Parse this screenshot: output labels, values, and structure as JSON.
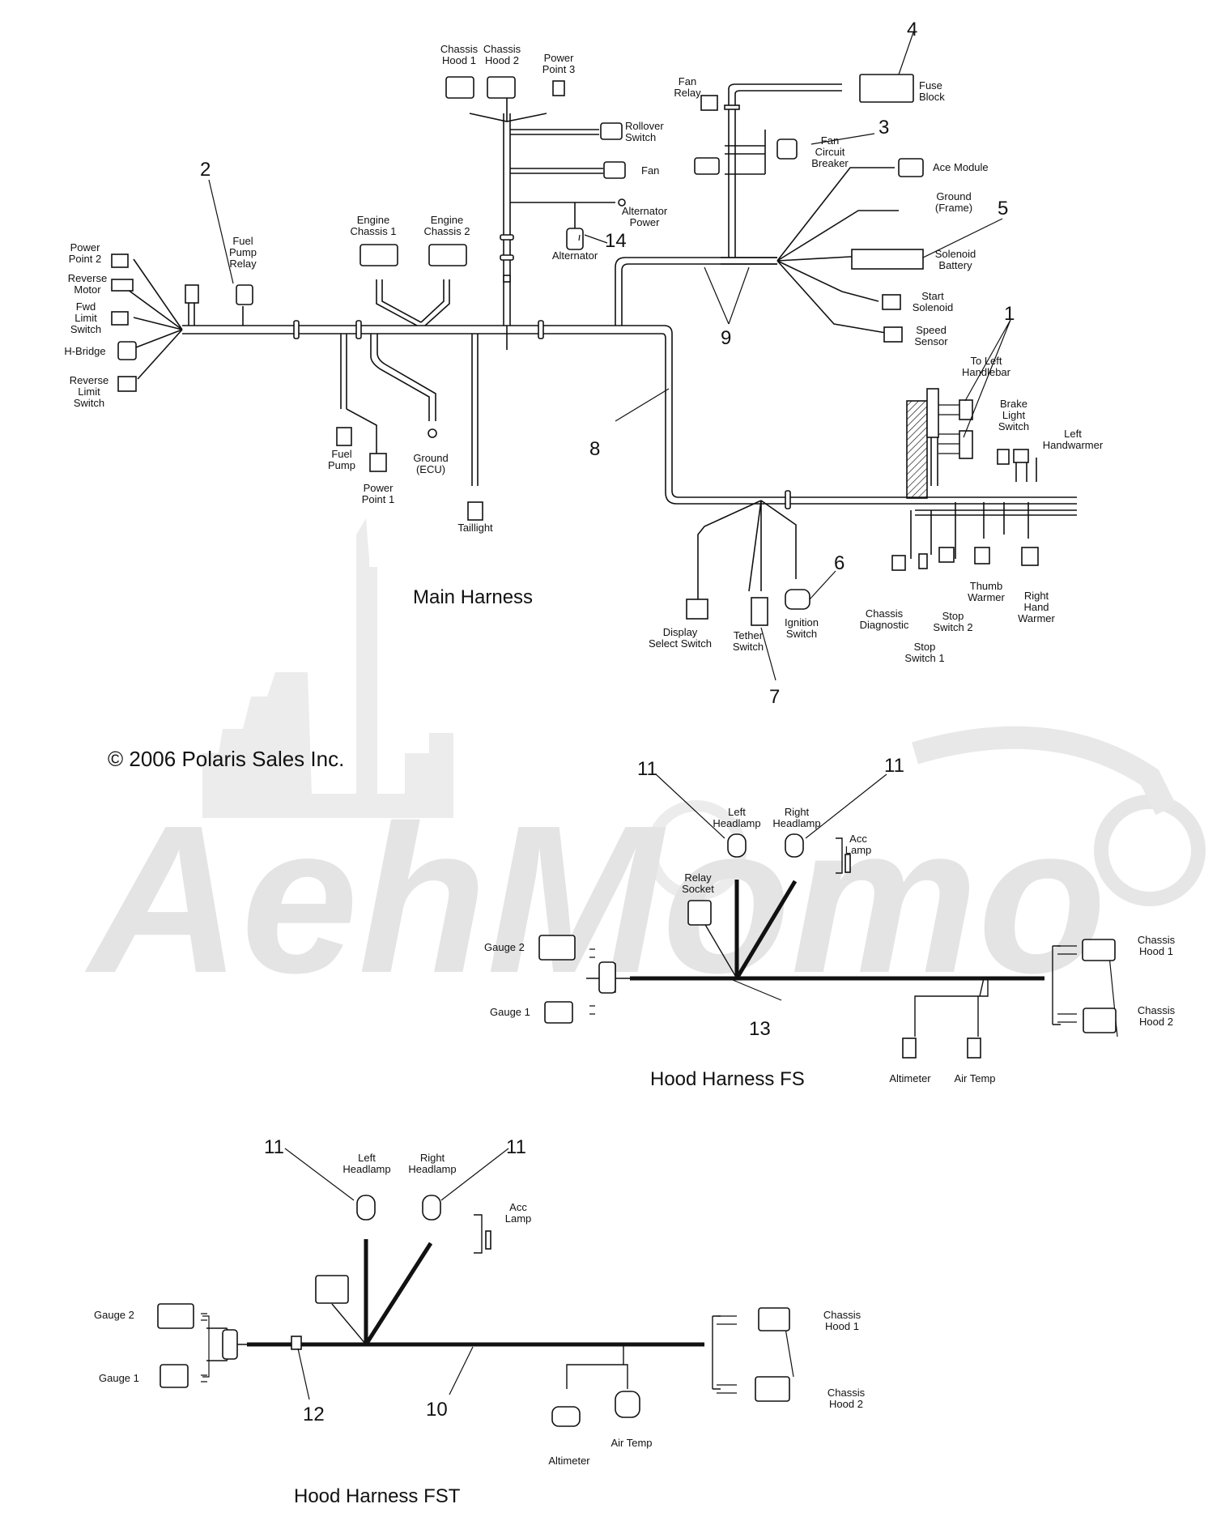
{
  "watermark": {
    "text": "AehMomo",
    "color": "#e2e2e2"
  },
  "copyright": "© 2006 Polaris Sales Inc.",
  "titles": {
    "main": "Main Harness",
    "hood_fs": "Hood Harness  FS",
    "hood_fst": "Hood Harness  FST"
  },
  "main": {
    "labels": {
      "chassis_hood1": [
        "Chassis",
        "Hood 1"
      ],
      "chassis_hood2": [
        "Chassis",
        "Hood 2"
      ],
      "power_point3": [
        "Power",
        "Point 3"
      ],
      "rollover": [
        "Rollover",
        "Switch"
      ],
      "fan": [
        "Fan"
      ],
      "alternator_power": [
        "Alternator",
        "Power"
      ],
      "alternator": [
        "Alternator"
      ],
      "engine_chassis1": [
        "Engine",
        "Chassis 1"
      ],
      "engine_chassis2": [
        "Engine",
        "Chassis 2"
      ],
      "fuel_pump_relay": [
        "Fuel",
        "Pump",
        "Relay"
      ],
      "power_point2": [
        "Power",
        "Point 2"
      ],
      "reverse_motor": [
        "Reverse",
        "Motor"
      ],
      "fwd_limit": [
        "Fwd",
        "Limit",
        "Switch"
      ],
      "hbridge": [
        "H-Bridge"
      ],
      "reverse_limit": [
        "Reverse",
        "Limit",
        "Switch"
      ],
      "fuel_pump": [
        "Fuel",
        "Pump"
      ],
      "power_point1": [
        "Power",
        "Point 1"
      ],
      "ground_ecu": [
        "Ground",
        "(ECU)"
      ],
      "taillight": [
        "Taillight"
      ],
      "fan_relay": [
        "Fan",
        "Relay"
      ],
      "fuse_block": [
        "Fuse",
        "Block"
      ],
      "fan_cb": [
        "Fan",
        "Circuit",
        "Breaker"
      ],
      "ace_module": [
        "Ace Module"
      ],
      "ground_frame": [
        "Ground",
        "(Frame)"
      ],
      "solenoid_battery": [
        "Solenoid",
        "Battery"
      ],
      "start_solenoid": [
        "Start",
        "Solenoid"
      ],
      "speed_sensor": [
        "Speed",
        "Sensor"
      ],
      "to_left_handlebar": [
        "To Left",
        "Handlebar"
      ],
      "brake_light": [
        "Brake",
        "Light",
        "Switch"
      ],
      "left_handwarmer": [
        "Left",
        "Handwarmer"
      ],
      "chassis_diag": [
        "Chassis",
        "Diagnostic"
      ],
      "stop_switch1": [
        "Stop",
        "Switch 1"
      ],
      "stop_switch2": [
        "Stop",
        "Switch 2"
      ],
      "thumb_warmer": [
        "Thumb",
        "Warmer"
      ],
      "right_hand_warmer": [
        "Right",
        "Hand",
        "Warmer"
      ],
      "display_select": [
        "Display",
        "Select Switch"
      ],
      "tether": [
        "Tether",
        "Switch"
      ],
      "ignition": [
        "Ignition",
        "Switch"
      ]
    },
    "callouts": {
      "n1": "1",
      "n2": "2",
      "n3": "3",
      "n4": "4",
      "n5": "5",
      "n6": "6",
      "n7": "7",
      "n8": "8",
      "n9": "9",
      "n14": "14"
    }
  },
  "hood_fs": {
    "labels": {
      "left_headlamp": [
        "Left",
        "Headlamp"
      ],
      "right_headlamp": [
        "Right",
        "Headlamp"
      ],
      "acc_lamp": [
        "Acc",
        "Lamp"
      ],
      "relay_socket": [
        "Relay",
        "Socket"
      ],
      "gauge2": [
        "Gauge 2"
      ],
      "gauge1": [
        "Gauge 1"
      ],
      "chassis_hood1": [
        "Chassis",
        "Hood 1"
      ],
      "chassis_hood2": [
        "Chassis",
        "Hood 2"
      ],
      "altimeter": [
        "Altimeter"
      ],
      "air_temp": [
        "Air Temp"
      ]
    },
    "callouts": {
      "n11a": "11",
      "n11b": "11",
      "n13": "13"
    }
  },
  "hood_fst": {
    "labels": {
      "left_headlamp": [
        "Left",
        "Headlamp"
      ],
      "right_headlamp": [
        "Right",
        "Headlamp"
      ],
      "acc_lamp": [
        "Acc",
        "Lamp"
      ],
      "gauge2": [
        "Gauge 2"
      ],
      "gauge1": [
        "Gauge 1"
      ],
      "chassis_hood1": [
        "Chassis",
        "Hood 1"
      ],
      "chassis_hood2": [
        "Chassis",
        "Hood 2"
      ],
      "altimeter": [
        "Altimeter"
      ],
      "air_temp": [
        "Air Temp"
      ]
    },
    "callouts": {
      "n11a": "11",
      "n11b": "11",
      "n12": "12",
      "n10": "10"
    }
  }
}
